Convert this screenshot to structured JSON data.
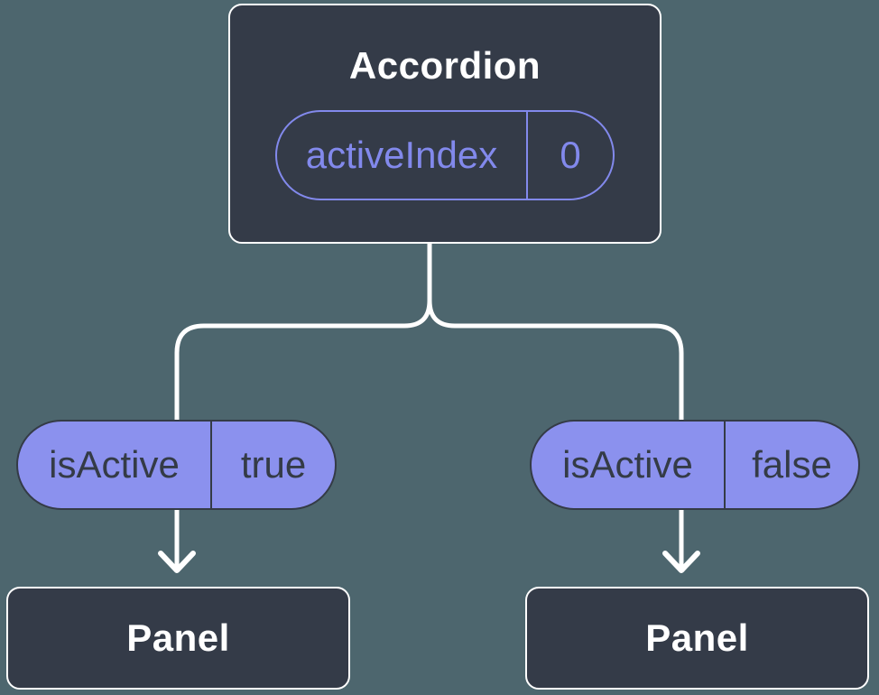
{
  "colors": {
    "background": "#4D666E",
    "node-fill": "#343B48",
    "node-border": "#FFFFFF",
    "node-text": "#FFFFFF",
    "pill-fill": "#8B91EE",
    "pill-outline": "#8289EC",
    "pill-dark": "#343B46",
    "line": "#FFFFFF"
  },
  "tree": {
    "root": {
      "label": "Accordion",
      "state": {
        "name": "activeIndex",
        "value": "0"
      }
    },
    "children": [
      {
        "prop": {
          "name": "isActive",
          "value": "true"
        },
        "child": {
          "label": "Panel"
        }
      },
      {
        "prop": {
          "name": "isActive",
          "value": "false"
        },
        "child": {
          "label": "Panel"
        }
      }
    ]
  }
}
